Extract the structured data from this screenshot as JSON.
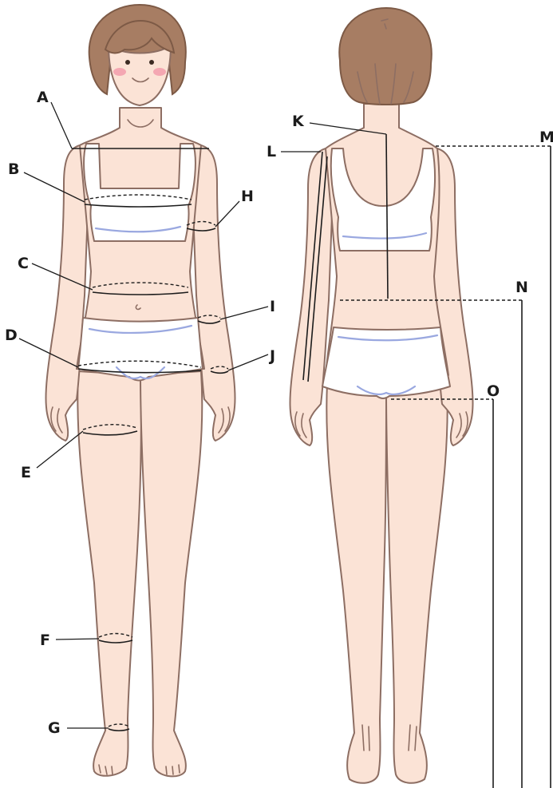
{
  "labels": {
    "A": "A",
    "B": "B",
    "C": "C",
    "D": "D",
    "E": "E",
    "F": "F",
    "G": "G",
    "H": "H",
    "I": "I",
    "J": "J",
    "K": "K",
    "L": "L",
    "M": "M",
    "N": "N",
    "O": "O"
  },
  "colors": {
    "skin": "#fbe3d6",
    "outline": "#8d6e63",
    "hair": "#a77d63",
    "clothing": "#ffffff",
    "fabric_fold": "#9aa8e0",
    "cheek": "#f4a7b2",
    "measure_line": "#1c1c1c"
  }
}
